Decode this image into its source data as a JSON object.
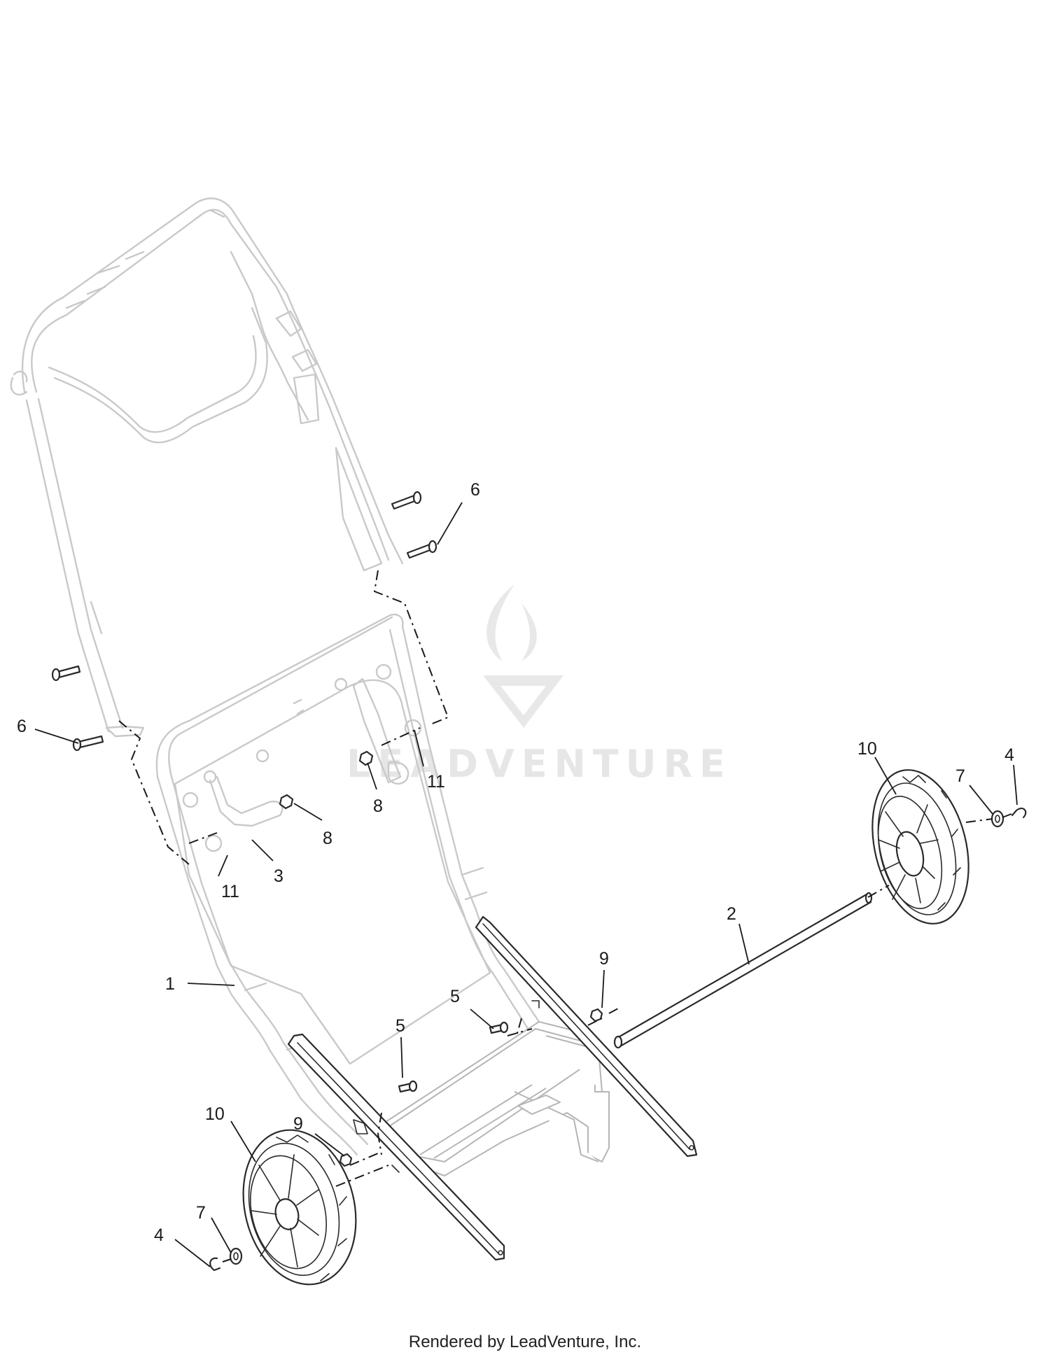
{
  "callouts": [
    {
      "label": "1"
    },
    {
      "label": "2"
    },
    {
      "label": "3"
    },
    {
      "label": "4"
    },
    {
      "label": "4"
    },
    {
      "label": "5"
    },
    {
      "label": "5"
    },
    {
      "label": "6"
    },
    {
      "label": "6"
    },
    {
      "label": "7"
    },
    {
      "label": "7"
    },
    {
      "label": "8"
    },
    {
      "label": "8"
    },
    {
      "label": "9"
    },
    {
      "label": "9"
    },
    {
      "label": "10"
    },
    {
      "label": "10"
    },
    {
      "label": "11"
    },
    {
      "label": "11"
    }
  ],
  "watermark": {
    "text": "LEADVENTURE"
  },
  "footer": {
    "text": "Rendered by LeadVenture, Inc."
  }
}
